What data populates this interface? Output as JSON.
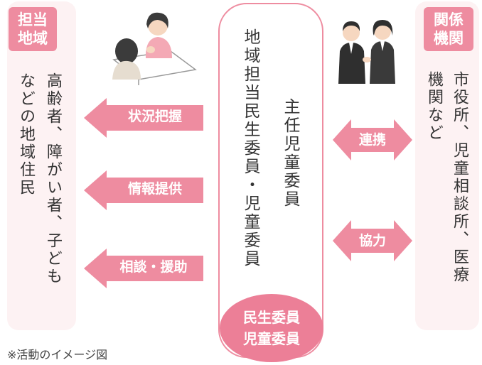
{
  "left": {
    "tag_line1": "担当",
    "tag_line2": "地域",
    "col1": "高齢者、障がい者、子ども",
    "col2": "などの地域住民"
  },
  "right": {
    "tag_line1": "関係",
    "tag_line2": "機関",
    "col1": "市役所、児童相談所、医療",
    "col2": "機関など"
  },
  "center": {
    "col_right": "主任児童委員",
    "col_left": "地域担当民生委員・児童委員",
    "circle_line1": "民生委員",
    "circle_line2": "児童委員"
  },
  "left_arrows": [
    "状況把握",
    "情報提供",
    "相談・援助"
  ],
  "right_arrows": [
    "連携",
    "協力"
  ],
  "caption": "※活動のイメージ図",
  "colors": {
    "pink": "#ee8ca0",
    "panel_bg": "#fdf2f3"
  }
}
